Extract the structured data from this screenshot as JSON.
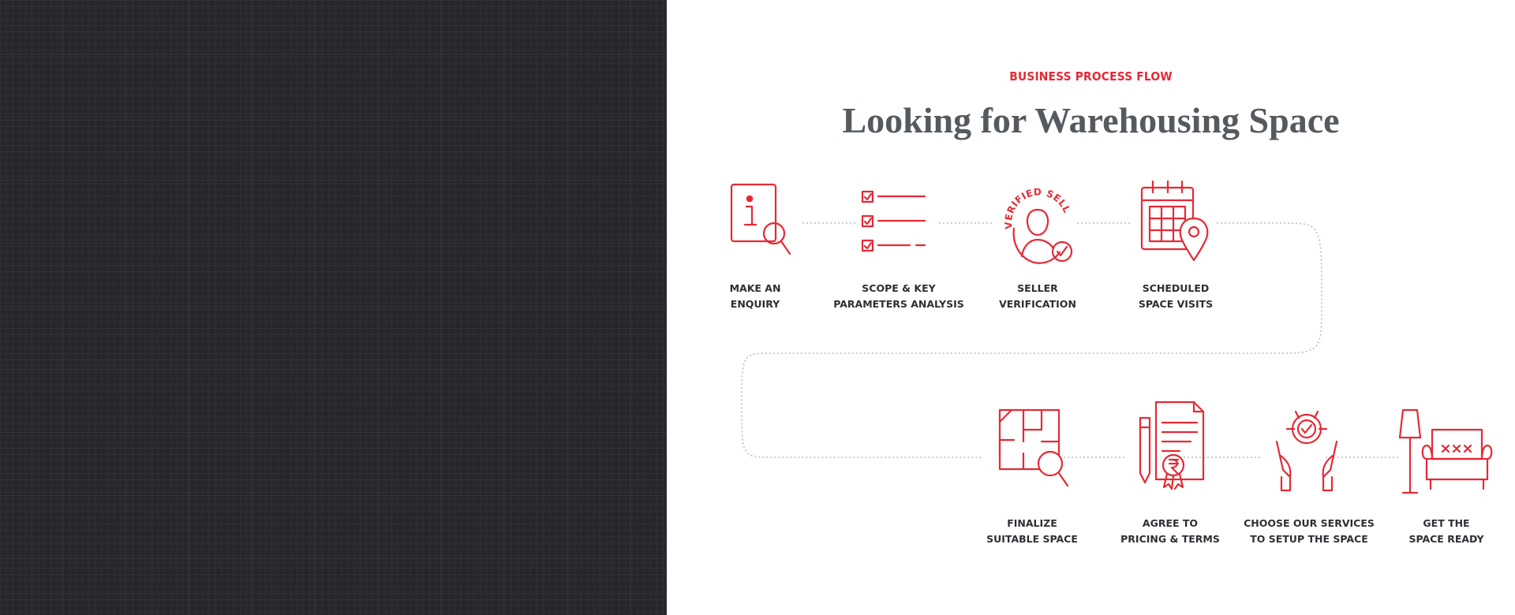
{
  "header": {
    "kicker": "BUSINESS PROCESS FLOW",
    "title": "Looking for Warehousing Space"
  },
  "colors": {
    "accent": "#e42a36",
    "text": "#2d2f33",
    "title": "#555a5f",
    "dark_panel": "#25272b"
  },
  "steps": [
    {
      "line1": "MAKE AN",
      "line2": "ENQUIRY",
      "icon": "enquiry-info-magnifier-icon"
    },
    {
      "line1": "SCOPE & KEY",
      "line2": "PARAMETERS ANALYSIS",
      "icon": "checklist-icon"
    },
    {
      "line1": "SELLER",
      "line2": "VERIFICATION",
      "icon": "verified-seller-badge-icon",
      "badge_text": "VERIFIED SELLER"
    },
    {
      "line1": "SCHEDULED",
      "line2": "SPACE VISITS",
      "icon": "calendar-location-pin-icon"
    },
    {
      "line1": "FINALIZE",
      "line2": "SUITABLE SPACE",
      "icon": "floorplan-magnifier-icon"
    },
    {
      "line1": "AGREE TO",
      "line2": "PRICING & TERMS",
      "icon": "contract-rupee-seal-icon"
    },
    {
      "line1": "CHOOSE OUR SERVICES",
      "line2": "TO SETUP THE SPACE",
      "icon": "hands-award-badge-icon"
    },
    {
      "line1": "GET THE",
      "line2": "SPACE READY",
      "icon": "sofa-lamp-icon"
    }
  ]
}
